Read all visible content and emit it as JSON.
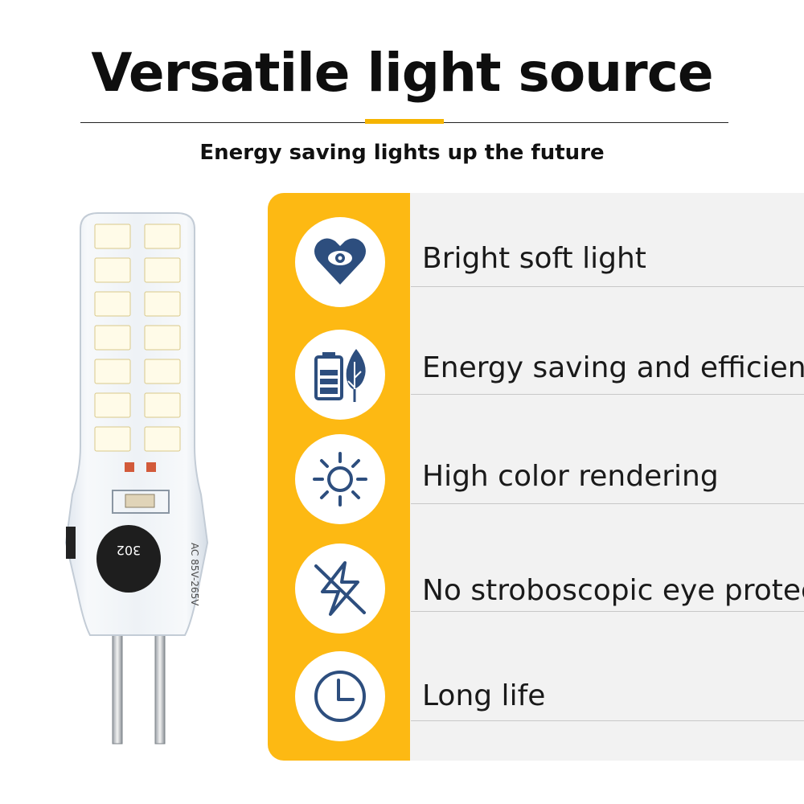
{
  "header": {
    "title": "Versatile light source",
    "subtitle": "Energy saving lights up the future"
  },
  "colors": {
    "accent": "#fdb913",
    "icon_blue": "#2d4e7e",
    "panel_bg": "#f2f2f2"
  },
  "product": {
    "markings": {
      "voltage": "AC 85V-265V",
      "chip": "302"
    }
  },
  "features": [
    {
      "icon": "heart-eye-icon",
      "label": "Bright soft light"
    },
    {
      "icon": "battery-leaf-icon",
      "label": "Energy saving and efficiency"
    },
    {
      "icon": "sun-icon",
      "label": "High color rendering"
    },
    {
      "icon": "no-flicker-icon",
      "label": "No stroboscopic eye protection"
    },
    {
      "icon": "clock-icon",
      "label": "Long life"
    }
  ]
}
